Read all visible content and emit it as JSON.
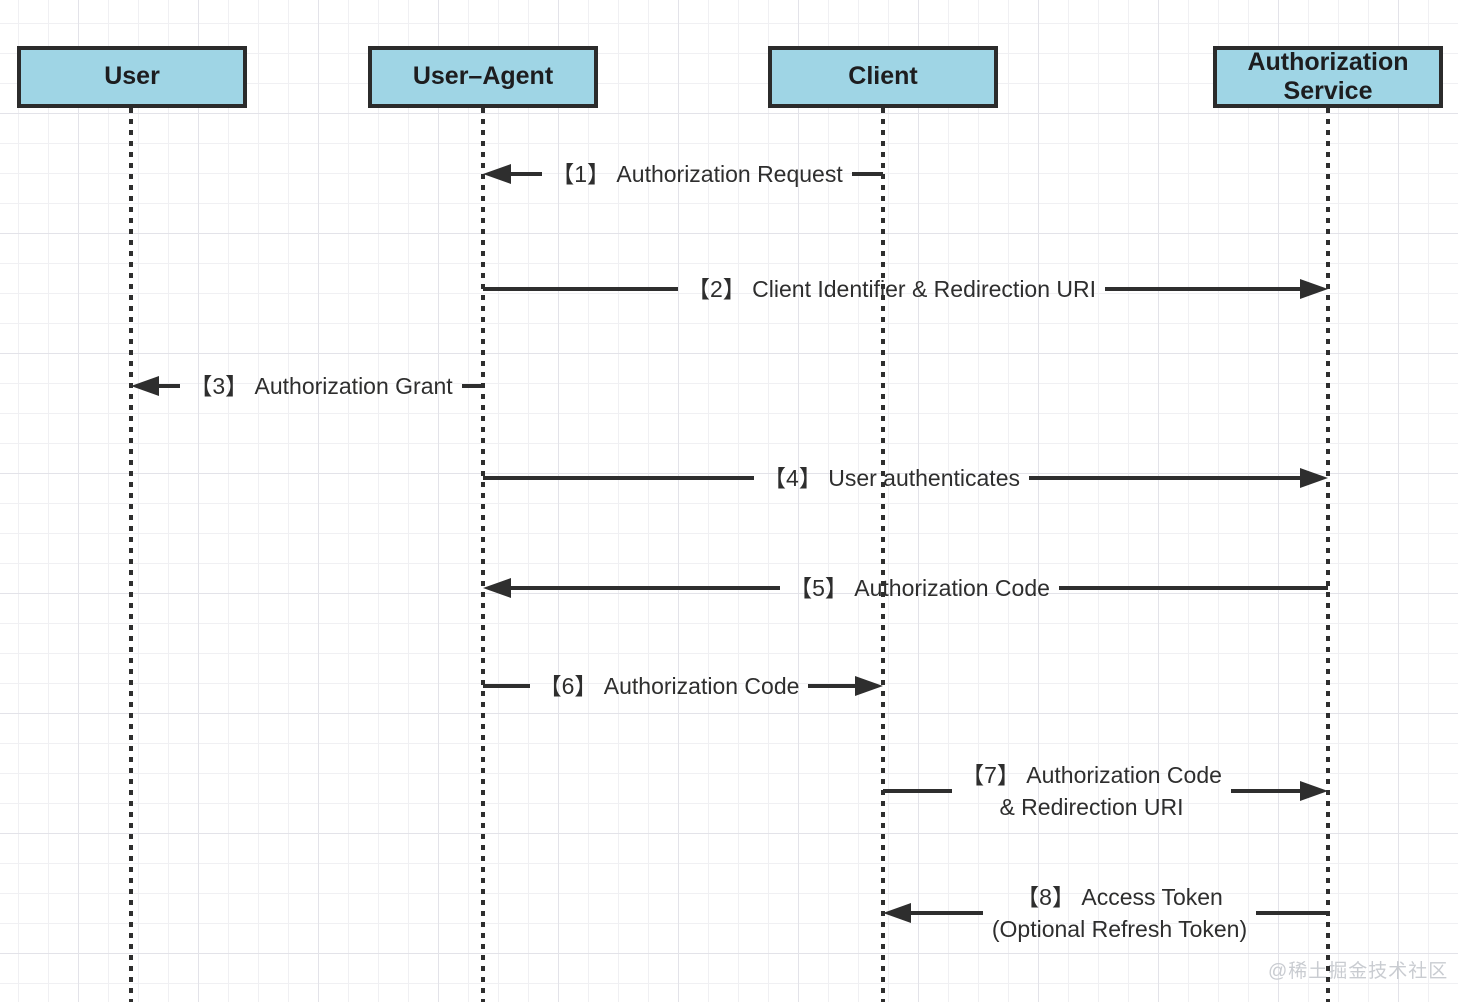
{
  "diagram_type": "sequence-diagram",
  "actors": [
    {
      "id": "user",
      "label": "User"
    },
    {
      "id": "user-agent",
      "label": "User–Agent"
    },
    {
      "id": "client",
      "label": "Client"
    },
    {
      "id": "authorization-service",
      "label": "Authorization Service"
    }
  ],
  "messages": [
    {
      "line1": "【1】 Authorization Request",
      "from": "Client",
      "to": "User–Agent"
    },
    {
      "line1": "【2】 Client Identifier & Redirection URI",
      "from": "User–Agent",
      "to": "Authorization Service"
    },
    {
      "line1": "【3】 Authorization Grant",
      "from": "User–Agent",
      "to": "User"
    },
    {
      "line1": "【4】 User authenticates",
      "from": "User–Agent",
      "to": "Authorization Service"
    },
    {
      "line1": "【5】 Authorization Code",
      "from": "Authorization Service",
      "to": "User–Agent"
    },
    {
      "line1": "【6】 Authorization Code",
      "from": "User–Agent",
      "to": "Client"
    },
    {
      "line1": "【7】 Authorization Code",
      "line2": "& Redirection URI",
      "from": "Client",
      "to": "Authorization Service"
    },
    {
      "line1": "【8】 Access Token",
      "line2": "(Optional Refresh Token)",
      "from": "Authorization Service",
      "to": "Client"
    }
  ],
  "watermark": "@稀土掘金技术社区",
  "colors": {
    "actor_fill": "#9fd5e5",
    "stroke": "#2e2e2e",
    "actor_border": "#2b2b2b",
    "grid_minor": "#f0f0f3",
    "grid_major": "#e3e3e9",
    "watermark_text": "#c9ccd1"
  }
}
